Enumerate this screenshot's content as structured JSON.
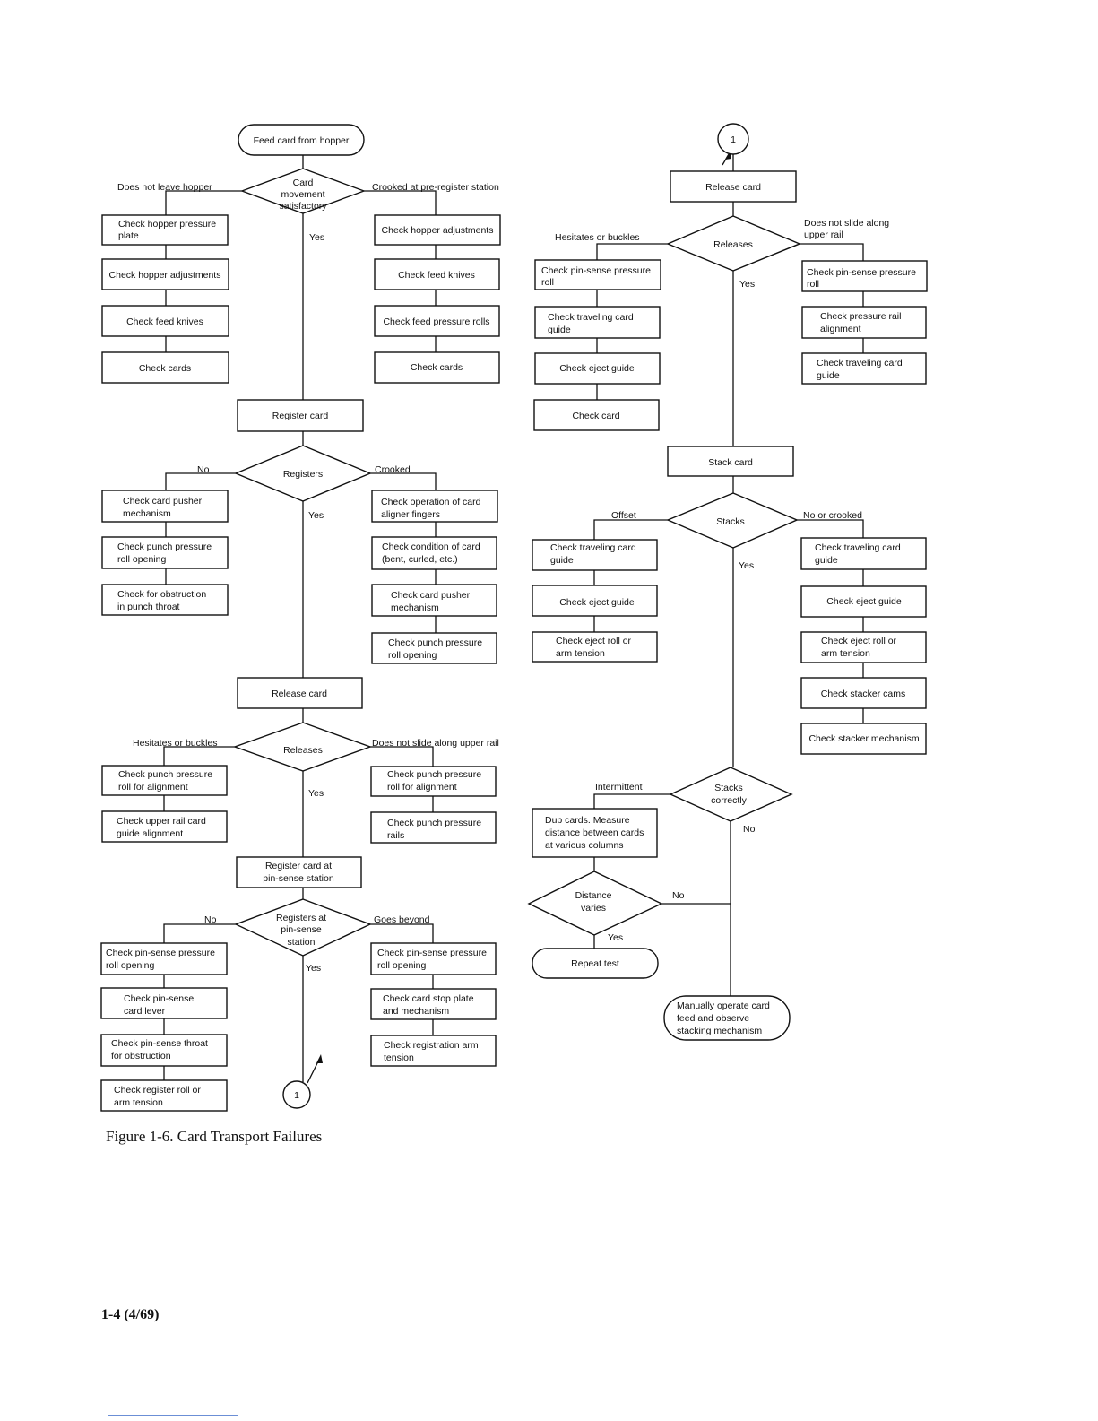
{
  "caption": "Figure 1-6. Card Transport Failures",
  "footer": "1-4 (4/69)",
  "connector_label": "1",
  "left_flow": {
    "start": "Feed card from hopper",
    "d1": {
      "lines": [
        "Card",
        "movement",
        "satisfactory"
      ],
      "left": "Does not leave hopper",
      "right": "Crooked at pre-register station",
      "yes": "Yes"
    },
    "b_l1": [
      "Check hopper pressure",
      "plate"
    ],
    "b_l2": [
      "Check hopper adjustments"
    ],
    "b_l3": [
      "Check feed knives"
    ],
    "b_l4": [
      "Check cards"
    ],
    "b_r1": [
      "Check hopper adjustments"
    ],
    "b_r2": [
      "Check feed knives"
    ],
    "b_r3": [
      "Check feed pressure rolls"
    ],
    "b_r4": [
      "Check cards"
    ],
    "p1": [
      "Register card"
    ],
    "d2": {
      "lines": [
        "Registers"
      ],
      "left": "No",
      "right": "Crooked",
      "yes": "Yes"
    },
    "b_l5": [
      "Check card pusher",
      "mechanism"
    ],
    "b_l6": [
      "Check punch pressure",
      "roll opening"
    ],
    "b_l7": [
      "Check for obstruction",
      "in punch throat"
    ],
    "b_r5": [
      "Check operation of card",
      "aligner fingers"
    ],
    "b_r6": [
      "Check condition of card",
      "(bent, curled, etc.)"
    ],
    "b_r7": [
      "Check card pusher",
      "mechanism"
    ],
    "b_r8": [
      "Check punch pressure",
      "roll opening"
    ],
    "p2": [
      "Release card"
    ],
    "d3": {
      "lines": [
        "Releases"
      ],
      "left": "Hesitates or buckles",
      "right": "Does not slide along upper rail",
      "yes": "Yes"
    },
    "b_l8": [
      "Check punch pressure",
      "roll for alignment"
    ],
    "b_l9": [
      "Check upper rail card",
      "guide alignment"
    ],
    "b_r9": [
      "Check punch pressure",
      "roll for alignment"
    ],
    "b_r10": [
      "Check punch pressure",
      "rails"
    ],
    "p3": [
      "Register card at",
      "pin-sense station"
    ],
    "d4": {
      "lines": [
        "Registers at",
        "pin-sense",
        "station"
      ],
      "left": "No",
      "right": "Goes beyond",
      "yes": "Yes"
    },
    "b_l10": [
      "Check pin-sense pressure",
      "roll opening"
    ],
    "b_l11": [
      "Check pin-sense",
      "card lever"
    ],
    "b_l12": [
      "Check pin-sense throat",
      "for obstruction"
    ],
    "b_l13": [
      "Check register roll or",
      "arm tension"
    ],
    "b_r11": [
      "Check pin-sense pressure",
      "roll opening"
    ],
    "b_r12": [
      "Check card stop plate",
      "and mechanism"
    ],
    "b_r13": [
      "Check registration arm",
      "tension"
    ]
  },
  "right_flow": {
    "p4": [
      "Release card"
    ],
    "d5": {
      "lines": [
        "Releases"
      ],
      "left": "Hesitates or buckles",
      "right": [
        "Does not slide along",
        "upper rail"
      ],
      "yes": "Yes"
    },
    "b_a1": [
      "Check pin-sense pressure",
      "roll"
    ],
    "b_a2": [
      "Check traveling card",
      "guide"
    ],
    "b_a3": [
      "Check eject guide"
    ],
    "b_a4": [
      "Check card"
    ],
    "b_b1": [
      "Check pin-sense pressure",
      "roll"
    ],
    "b_b2": [
      "Check pressure rail",
      "alignment"
    ],
    "b_b3": [
      "Check traveling card",
      "guide"
    ],
    "p5": [
      "Stack card"
    ],
    "d6": {
      "lines": [
        "Stacks"
      ],
      "left": "Offset",
      "right": "No or crooked",
      "yes": "Yes"
    },
    "b_a5": [
      "Check traveling card",
      "guide"
    ],
    "b_a6": [
      "Check eject guide"
    ],
    "b_a7": [
      "Check eject roll or",
      "arm tension"
    ],
    "b_b4": [
      "Check traveling card",
      "guide"
    ],
    "b_b5": [
      "Check eject guide"
    ],
    "b_b6": [
      "Check eject roll or",
      "arm tension"
    ],
    "b_b7": [
      "Check stacker cams"
    ],
    "b_b8": [
      "Check stacker mechanism"
    ],
    "d7": {
      "lines": [
        "Stacks",
        "correctly"
      ],
      "left": "Intermittent",
      "no": "No"
    },
    "b_a8": [
      "Dup cards. Measure",
      "distance between cards",
      "at various columns"
    ],
    "d8": {
      "lines": [
        "Distance",
        "varies"
      ],
      "no": "No",
      "yes": "Yes"
    },
    "t2": [
      "Repeat test"
    ],
    "t3": [
      "Manually operate card",
      "feed and observe",
      "stacking mechanism"
    ]
  }
}
